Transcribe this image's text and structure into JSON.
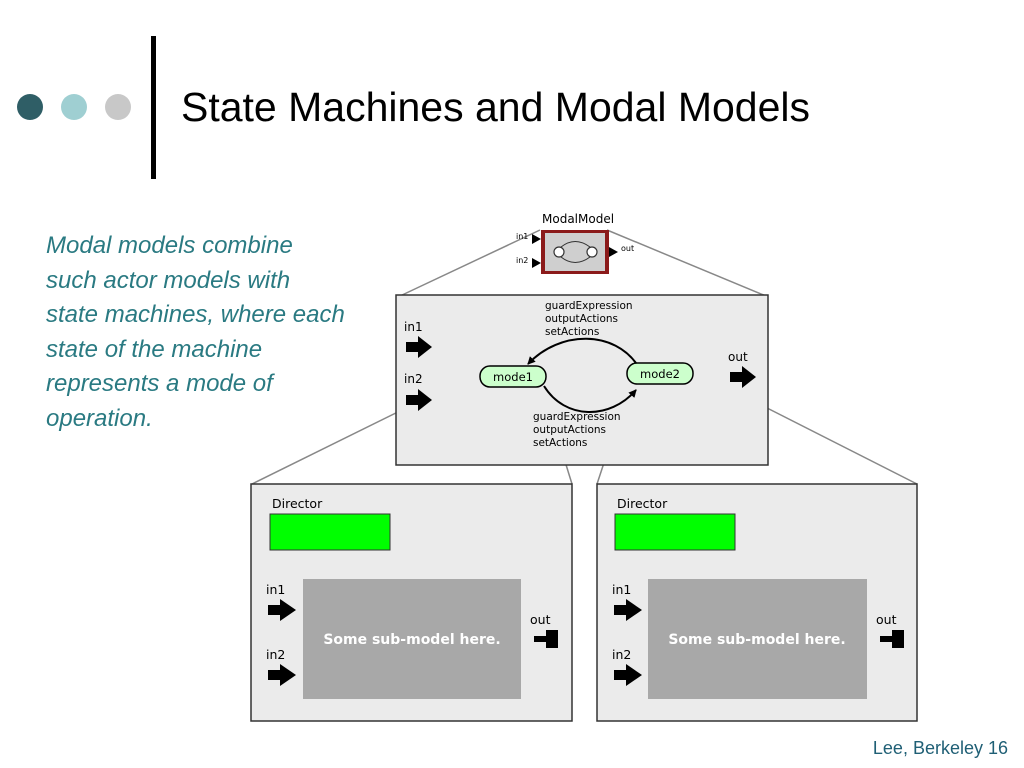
{
  "slide": {
    "title": "State Machines and Modal Models",
    "body": "Modal models combine such actor models with state machines, where each state of the machine represents a mode of operation.",
    "footer": "Lee, Berkeley 16",
    "bullet_colors": [
      "#2f5e66",
      "#9fcfd2",
      "#c8c8c8"
    ]
  },
  "diagram": {
    "modal_actor": {
      "name": "ModalModel",
      "port_in1": "in1",
      "port_in2": "in2",
      "port_out": "out"
    },
    "fsm": {
      "port_in1": "in1",
      "port_in2": "in2",
      "port_out": "out",
      "state1": "mode1",
      "state2": "mode2",
      "top_transition": [
        "guardExpression",
        "outputActions",
        "setActions"
      ],
      "bottom_transition": [
        "guardExpression",
        "outputActions",
        "setActions"
      ]
    },
    "refinement_left": {
      "director": "Director",
      "in1": "in1",
      "in2": "in2",
      "out": "out",
      "submodel": "Some sub-model here."
    },
    "refinement_right": {
      "director": "Director",
      "in1": "in1",
      "in2": "in2",
      "out": "out",
      "submodel": "Some sub-model here."
    },
    "colors": {
      "director_green": "#00ff00",
      "state_fill": "#ccffcc",
      "panel_fill": "#ebebeb",
      "submodel_fill": "#a8a8a8",
      "actor_border": "#8b1a1a"
    }
  }
}
